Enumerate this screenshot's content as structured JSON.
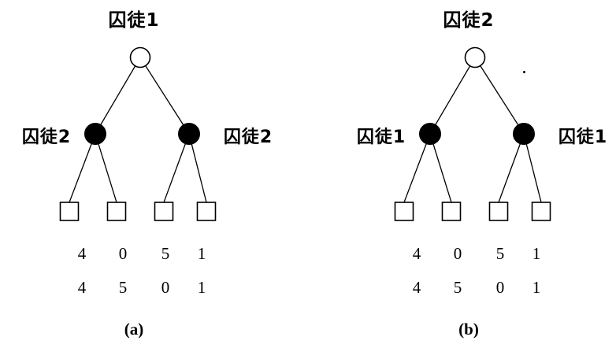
{
  "figure": {
    "background_color": "#ffffff",
    "line_color": "#000000",
    "open_node_color": "#ffffff",
    "filled_node_color": "#000000"
  },
  "trees": [
    {
      "title": "囚徒1",
      "left_node_label": "囚徒2",
      "right_node_label": "囚徒2",
      "payoff_row1": [
        "4",
        "0",
        "5",
        "1"
      ],
      "payoff_row2": [
        "4",
        "5",
        "0",
        "1"
      ],
      "caption": "(a)"
    },
    {
      "title": "囚徒2",
      "left_node_label": "囚徒1",
      "right_node_label": "囚徒1",
      "payoff_row1": [
        "4",
        "0",
        "5",
        "1"
      ],
      "payoff_row2": [
        "4",
        "5",
        "0",
        "1"
      ],
      "caption": "(b)"
    }
  ]
}
